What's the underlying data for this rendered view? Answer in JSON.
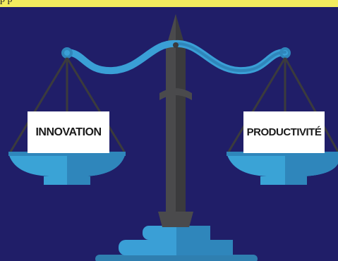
{
  "banner": {
    "text": "p                    p"
  },
  "scale": {
    "left_label": "INNOVATION",
    "right_label": "PRODUCTIVITÉ"
  },
  "colors": {
    "background": "#201e68",
    "banner": "#f3ec5e",
    "beam": "#3a9fd6",
    "pillar": "#444446",
    "pan": "#3aa3d6",
    "base": "#3a9fd6"
  }
}
